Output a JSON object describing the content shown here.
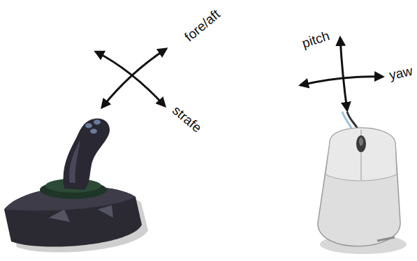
{
  "diagram": {
    "labels": [
      "fore/aft",
      "strafe",
      "pitch",
      "yaw"
    ]
  }
}
